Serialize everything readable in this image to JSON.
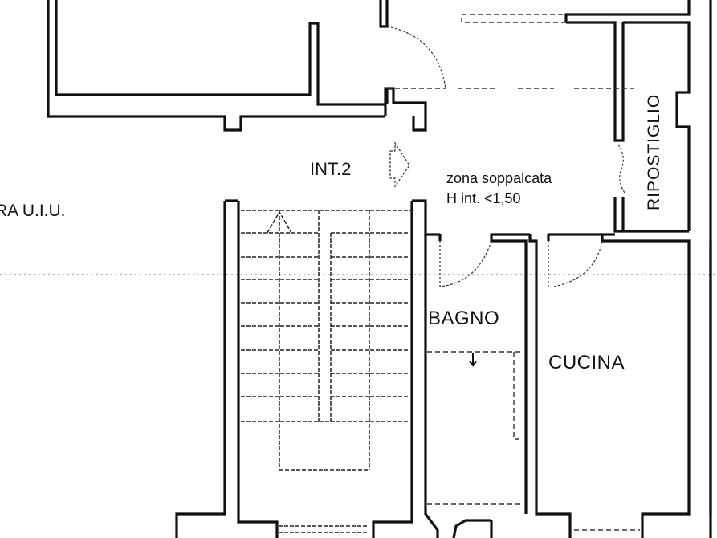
{
  "floor_plan": {
    "labels": {
      "unit_other": "RA U.I.U.",
      "unit_id": "INT.2",
      "mezzanine_line1": "zona soppalcata",
      "mezzanine_line2": "H int. <1,50",
      "storage": "RIPOSTIGLIO",
      "bathroom": "BAGNO",
      "kitchen": "CUCINA"
    },
    "icons": {
      "entrance_arrow": "outline-arrow-right",
      "stair_direction": "stair-up-marker",
      "shower_drain": "drain-arrow-down"
    },
    "colors": {
      "line": "#111111",
      "background": "#ffffff"
    }
  }
}
